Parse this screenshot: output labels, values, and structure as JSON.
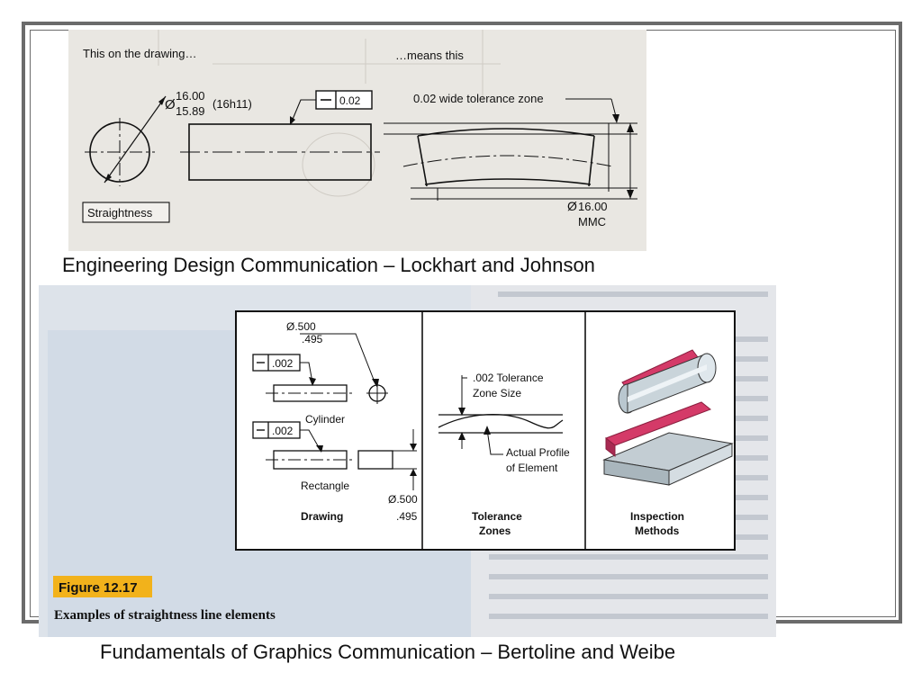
{
  "slide": {
    "caption_top": "Engineering Design Communication – Lockhart and Johnson",
    "caption_bottom": "Fundamentals of Graphics Communication – Bertoline and Weibe"
  },
  "figure1": {
    "left_heading": "This on the drawing…",
    "right_heading": "…means this",
    "dim_upper": "16.00",
    "dim_lower": "15.89",
    "fit_class": "(16h11)",
    "fcf_value": "0.02",
    "zone_label": "0.02 wide tolerance zone",
    "straightness_box": "Straightness",
    "mmc_diameter": "16.00",
    "mmc_label": "MMC"
  },
  "figure2": {
    "dia_upper": "Ø.500",
    "dia_lower": ".495",
    "fcf1_value": ".002",
    "fcf2_value": ".002",
    "cylinder_label": "Cylinder",
    "rectangle_label": "Rectangle",
    "rect_dia_upper": "Ø.500",
    "rect_dia_lower": ".495",
    "tol_line1": ".002 Tolerance",
    "tol_line2": "Zone Size",
    "profile_line1": "Actual Profile",
    "profile_line2": "of Element",
    "col_drawing": "Drawing",
    "col_tol_line1": "Tolerance",
    "col_tol_line2": "Zones",
    "col_insp_line1": "Inspection",
    "col_insp_line2": "Methods",
    "figure_number": "Figure 12.17",
    "figure_caption": "Examples of straightness line elements"
  },
  "colors": {
    "frame": "#6b6b6b",
    "scan_bg": "#e9e7e2",
    "book_bg": "#dde3ea",
    "figure_label_bg": "#f2b21b",
    "gauge_red": "#d43a68"
  }
}
